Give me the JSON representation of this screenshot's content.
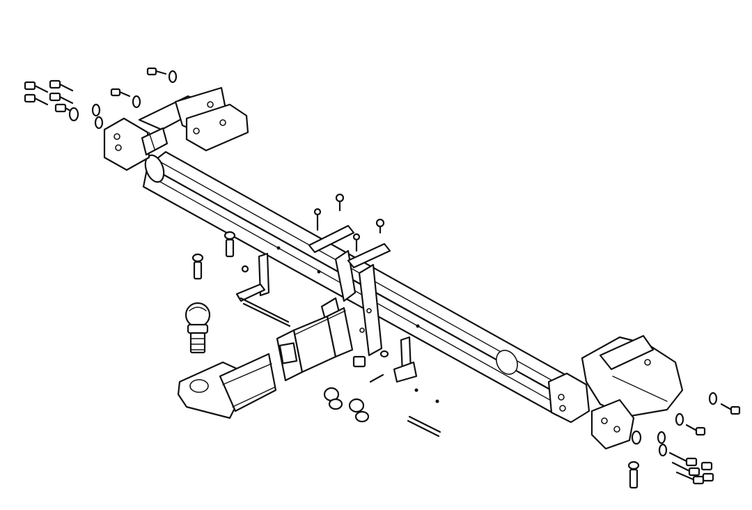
{
  "diagram": {
    "type": "exploded-assembly-line-drawing",
    "background_color": "#ffffff",
    "line_color": "#111111",
    "components": [
      "crossbar-tube",
      "left-side-bracket",
      "right-side-bracket",
      "center-receiver-mount",
      "receiver-socket",
      "drawbar-with-tow-ball",
      "tow-ball",
      "bolts-and-nuts",
      "pins-and-clips"
    ]
  }
}
